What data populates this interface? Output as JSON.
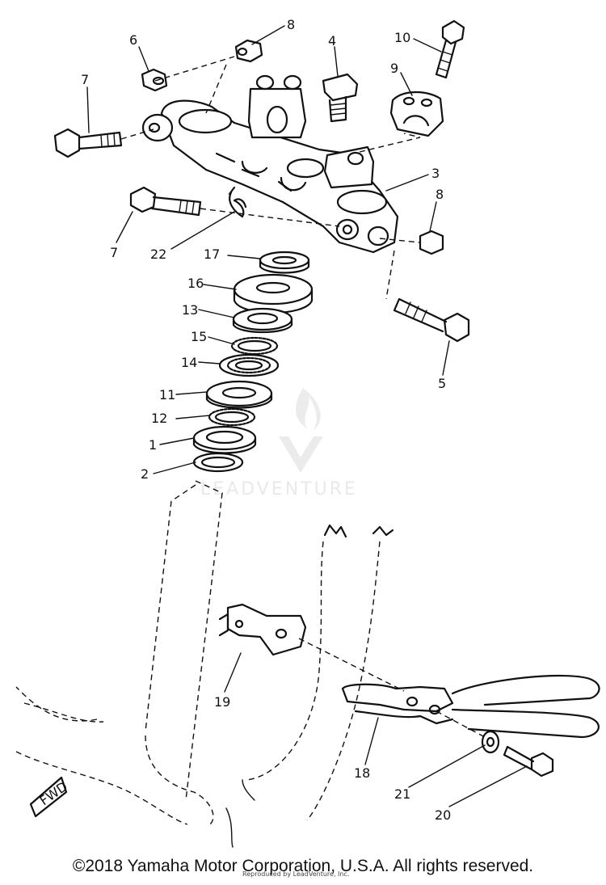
{
  "diagram": {
    "callouts": [
      {
        "id": "c8a",
        "label": "8"
      },
      {
        "id": "c6",
        "label": "6"
      },
      {
        "id": "c4",
        "label": "4"
      },
      {
        "id": "c10",
        "label": "10"
      },
      {
        "id": "c9",
        "label": "9"
      },
      {
        "id": "c7a",
        "label": "7"
      },
      {
        "id": "c3",
        "label": "3"
      },
      {
        "id": "c8b",
        "label": "8"
      },
      {
        "id": "c7b",
        "label": "7"
      },
      {
        "id": "c22",
        "label": "22"
      },
      {
        "id": "c17",
        "label": "17"
      },
      {
        "id": "c16",
        "label": "16"
      },
      {
        "id": "c13",
        "label": "13"
      },
      {
        "id": "c15",
        "label": "15"
      },
      {
        "id": "c14",
        "label": "14"
      },
      {
        "id": "c11",
        "label": "11"
      },
      {
        "id": "c12",
        "label": "12"
      },
      {
        "id": "c1",
        "label": "1"
      },
      {
        "id": "c2",
        "label": "2"
      },
      {
        "id": "c5",
        "label": "5"
      },
      {
        "id": "c19",
        "label": "19"
      },
      {
        "id": "c18",
        "label": "18"
      },
      {
        "id": "c21",
        "label": "21"
      },
      {
        "id": "c20",
        "label": "20"
      }
    ],
    "fwd_badge": "FWD",
    "watermark": "LEADVENTURE"
  },
  "footer": {
    "copyright": "©2018 Yamaha Motor Corporation, U.S.A. All rights reserved.",
    "reproduced": "Reproduced by LeadVenture, Inc."
  },
  "colors": {
    "ink": "#111111",
    "background": "#ffffff",
    "watermark": "#d8d8d8"
  }
}
